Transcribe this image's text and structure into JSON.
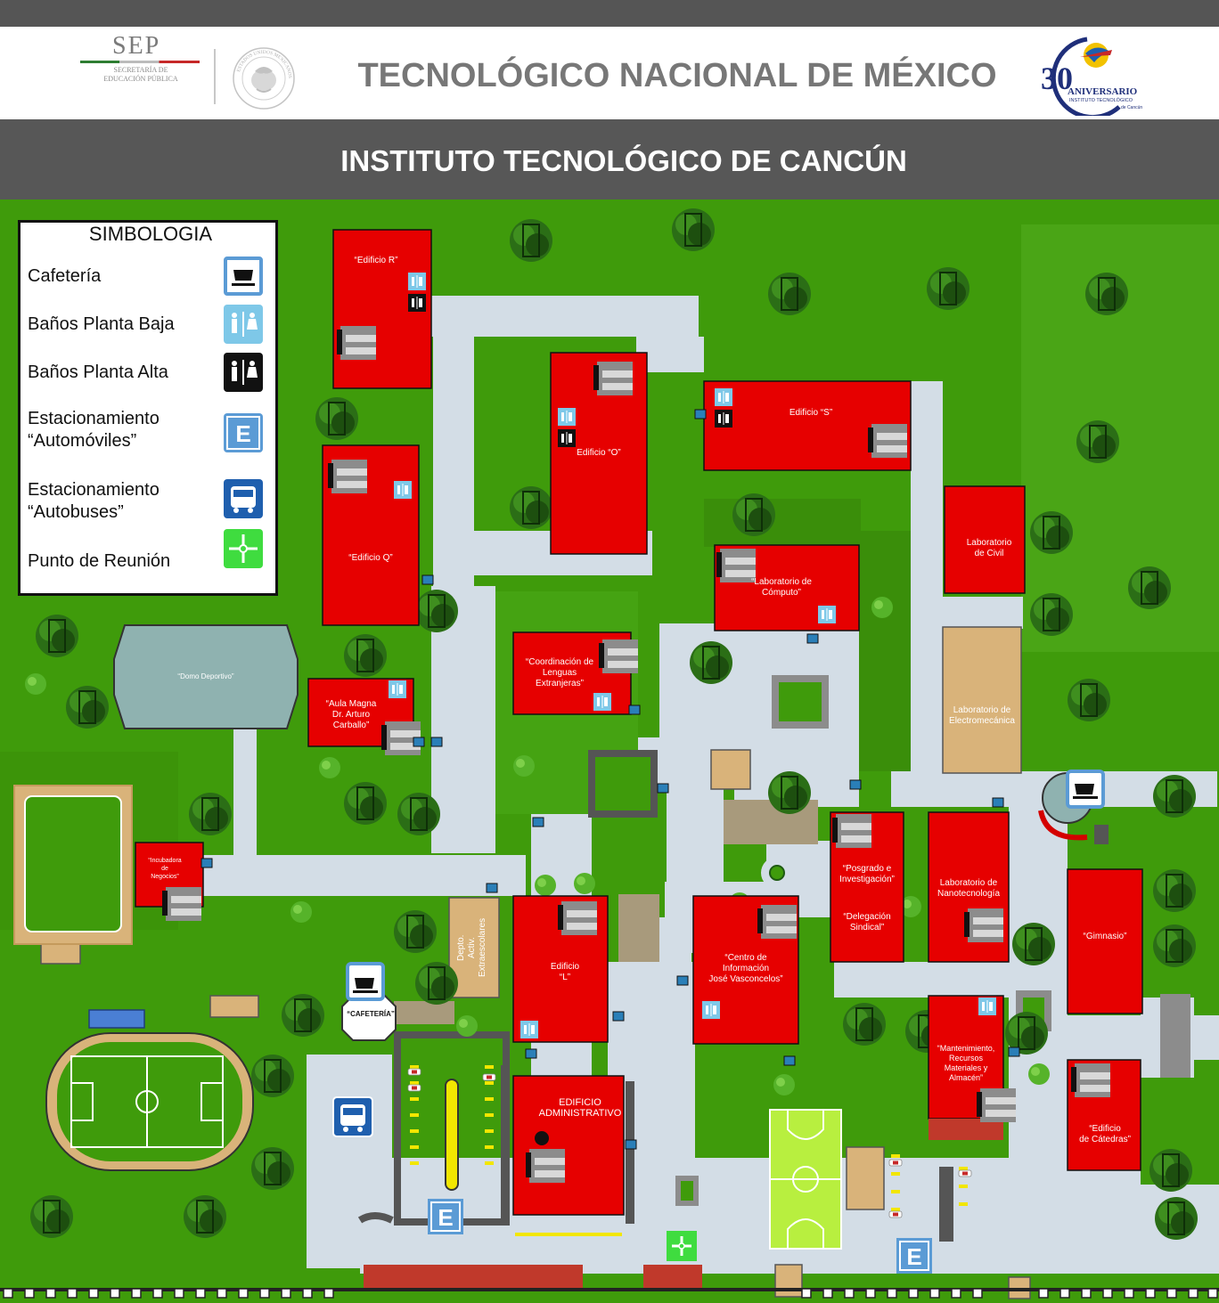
{
  "header": {
    "sep": {
      "word": "SEP",
      "subtitle_line1": "SECRETARÍA DE",
      "subtitle_line2": "EDUCACIÓN PÚBLICA"
    },
    "seal_text": "ESTADOS UNIDOS MEXICANOS",
    "title": "TECNOLÓGICO NACIONAL DE MÉXICO",
    "anniversary": {
      "number": "30",
      "word": "ANIVERSARIO",
      "line": "INSTITUTO TECNOLÓGICO",
      "place": "de Cancún"
    },
    "subtitle": "INSTITUTO TECNOLÓGICO DE CANCÚN"
  },
  "legend": {
    "title": "SIMBOLOGIA",
    "items": [
      {
        "label": "Cafetería",
        "icon": "coffee-cup-icon",
        "color": "#ffffff",
        "border": "#5b9bd5"
      },
      {
        "label": "Baños Planta Baja",
        "icon": "restroom-icon",
        "color": "#7ec8e8"
      },
      {
        "label": "Baños Planta Alta",
        "icon": "restroom-icon",
        "color": "#111111"
      },
      {
        "label": "Estacionamiento\n“Automóviles”",
        "icon": "parking-icon",
        "color": "#5b9bd5"
      },
      {
        "label": "Estacionamiento\n“Autobuses”",
        "icon": "bus-icon",
        "color": "#1f5fae"
      },
      {
        "label": "Punto de Reunión",
        "icon": "meeting-point-icon",
        "color": "#3fdc3f"
      }
    ]
  },
  "buildings": {
    "edificio_r": "“Edificio R”",
    "edificio_o": "Edificio “O”",
    "edificio_s": "Edificio “S”",
    "edificio_q": "“Edificio Q”",
    "lab_civil": "Laboratorio\nde Civil",
    "lab_computo": "“Laboratorio de\nCómputo”",
    "domo": "“Domo Deportivo”",
    "lenguas": "“Coordinación de\nLenguas\nExtranjeras”",
    "aula_magna": "“Aula Magna\nDr. Arturo\nCarballo”",
    "lab_electro": "Laboratorio de\nElectromecánica",
    "incubadora": "“Incubadora\nde\nNegocios”",
    "posgrado": "“Posgrado e\nInvestigación”",
    "delegacion": "“Delegación\nSindical”",
    "lab_nano": "Laboratorio de\nNanotecnología",
    "gimnasio": "“Gimnasio”",
    "depto_extra": "Depto.\nActiv.\nExtraescolares",
    "edificio_l": "Edificio\n“L”",
    "centro_info": "“Centro de\nInformación\nJosé Vasconcelos”",
    "cafeteria": "“CAFETERÍA”",
    "mantenimiento": "“Mantenimiento,\nRecursos\nMateriales y\nAlmacén”",
    "catedras": "“Edificio\nde Cátedras”",
    "administrativo": "EDIFICIO\nADMINISTRATIVO"
  },
  "colors": {
    "building": "#e60000",
    "grass": "#3f9b0b",
    "path": "#d3dde6",
    "tree": "#1e5a12",
    "tan": "#d9b37a",
    "header_band": "#575757",
    "header_text": "#777777"
  },
  "map_icons": {
    "parking": "E",
    "cafe_icon": "coffee-cup-icon",
    "bus_icon": "bus-icon",
    "restroom_icon": "restroom-icon",
    "meeting_icon": "meeting-point-icon"
  }
}
